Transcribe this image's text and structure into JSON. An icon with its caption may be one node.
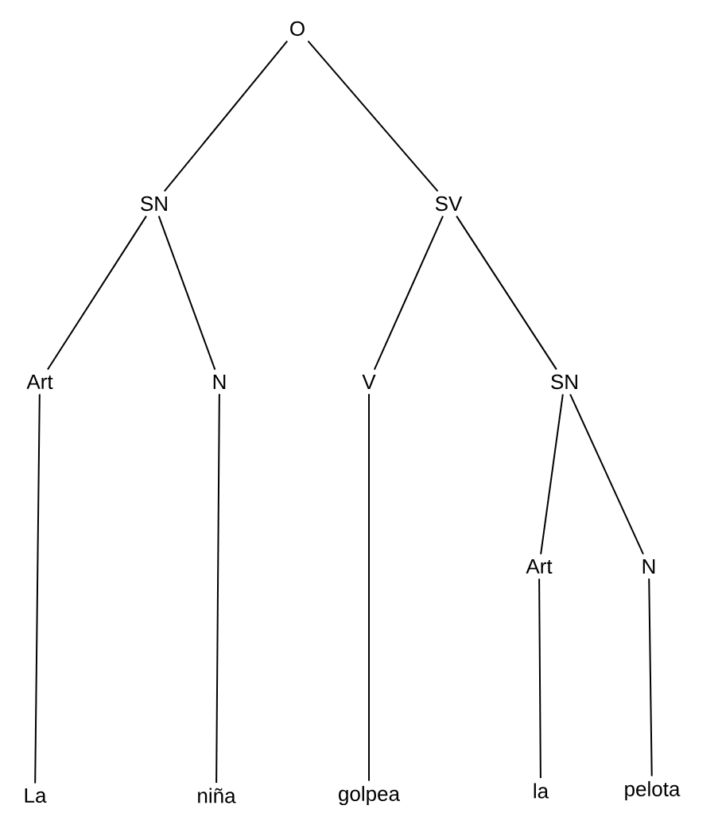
{
  "diagram": {
    "nodes": [
      {
        "text": [
          "O"
        ]
      },
      {
        "text": [
          "SN"
        ]
      },
      {
        "text": [
          "SV"
        ]
      },
      {
        "text": [
          "Art"
        ]
      },
      {
        "text": [
          "N"
        ]
      },
      {
        "text": [
          "V"
        ]
      },
      {
        "text": [
          "SN"
        ]
      },
      {
        "text": [
          "Art"
        ]
      },
      {
        "text": [
          "N"
        ]
      },
      {
        "text": [
          "La"
        ]
      },
      {
        "text": [
          "niña"
        ]
      },
      {
        "text": [
          "golpea"
        ]
      },
      {
        "text": [
          "la"
        ]
      },
      {
        "text": [
          "pelota"
        ]
      }
    ],
    "edges": [
      {
        "from": 0,
        "to": 1,
        "arrow": "none"
      },
      {
        "from": 0,
        "to": 2,
        "arrow": "none"
      },
      {
        "from": 1,
        "to": 3,
        "arrow": "none"
      },
      {
        "from": 1,
        "to": 4,
        "arrow": "none"
      },
      {
        "from": 2,
        "to": 5,
        "arrow": "none"
      },
      {
        "from": 2,
        "to": 6,
        "arrow": "none"
      },
      {
        "from": 6,
        "to": 7,
        "arrow": "none"
      },
      {
        "from": 6,
        "to": 8,
        "arrow": "none"
      },
      {
        "from": 3,
        "to": 9,
        "arrow": "none"
      },
      {
        "from": 4,
        "to": 10,
        "arrow": "none"
      },
      {
        "from": 5,
        "to": 11,
        "arrow": "none"
      },
      {
        "from": 7,
        "to": 12,
        "arrow": "none"
      },
      {
        "from": 8,
        "to": 13,
        "arrow": "none"
      }
    ]
  }
}
